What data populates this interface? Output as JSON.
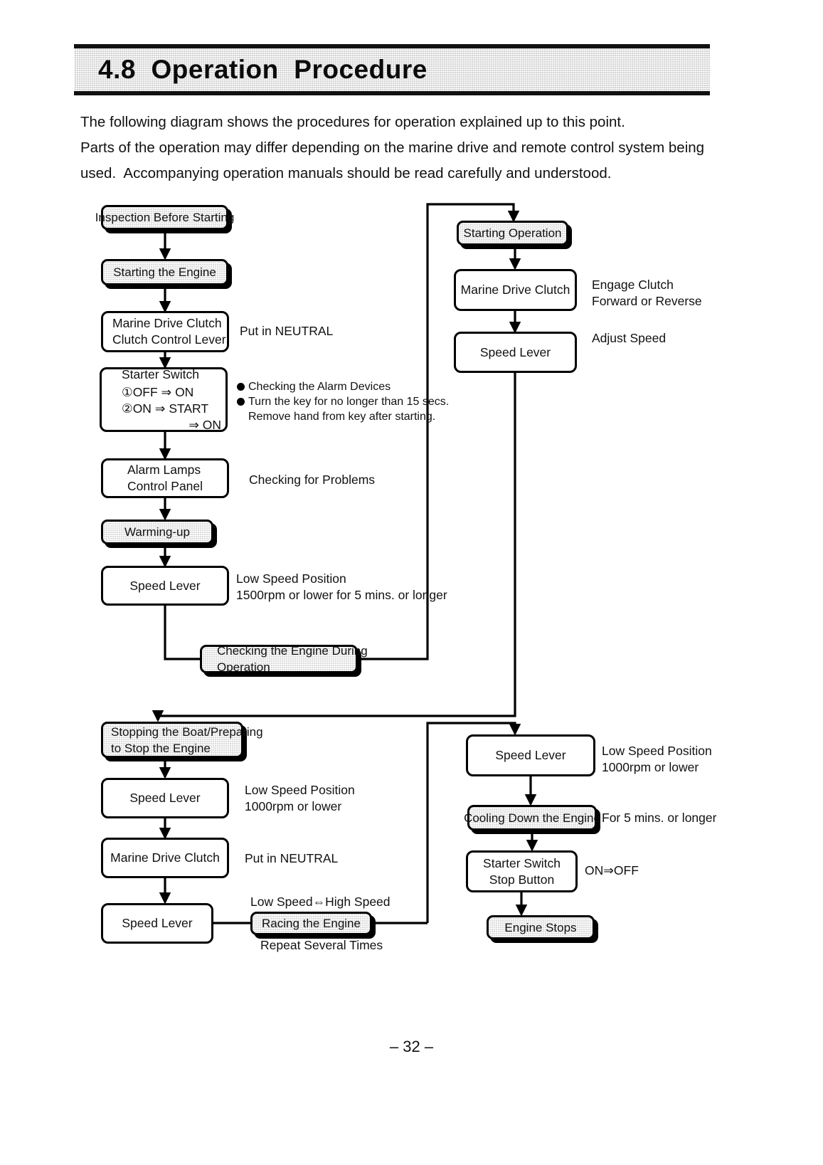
{
  "document": {
    "page_number": "– 32 –",
    "section": {
      "number": "4.8",
      "title": "4.8  Operation  Procedure"
    },
    "intro": [
      "The following diagram shows the procedures for operation explained up to this point.",
      "Parts of the operation may differ depending on the marine drive and remote control system being",
      "used.  Accompanying operation manuals should be read carefully and understood."
    ]
  },
  "flowchart": {
    "type": "flowchart",
    "nodes": {
      "inspection_before_starting": {
        "label": "Inspection Before Starting",
        "style": "shaded"
      },
      "starting_the_engine": {
        "label": "Starting the Engine",
        "style": "shaded"
      },
      "marine_drive_clutch_lever": {
        "line1": "Marine Drive Clutch",
        "line2": "Clutch Control Lever",
        "style": "plain"
      },
      "starter_switch": {
        "line1": "Starter Switch",
        "line2": "①OFF ⇒ ON",
        "line3": "②ON ⇒ START",
        "line4": "⇒ ON",
        "style": "plain"
      },
      "alarm_lamps": {
        "line1": "Alarm Lamps",
        "line2": "Control Panel",
        "style": "plain"
      },
      "warming_up": {
        "label": "Warming-up",
        "style": "shaded"
      },
      "speed_lever_warmup": {
        "label": "Speed Lever",
        "style": "plain"
      },
      "checking_engine_during_operation": {
        "line1": "Checking the Engine During",
        "line2": "Operation",
        "style": "shaded"
      },
      "starting_operation": {
        "label": "Starting Operation",
        "style": "shaded"
      },
      "marine_drive_clutch_engage": {
        "label": "Marine Drive Clutch",
        "style": "plain"
      },
      "speed_lever_adjust": {
        "label": "Speed Lever",
        "style": "plain"
      },
      "stopping_the_boat": {
        "line1": "Stopping the Boat/Preparing",
        "line2": "to Stop the Engine",
        "style": "shaded"
      },
      "speed_lever_slowdown": {
        "label": "Speed Lever",
        "style": "plain"
      },
      "marine_drive_clutch_neutral": {
        "label": "Marine Drive Clutch",
        "style": "plain"
      },
      "speed_lever_racing": {
        "label": "Speed Lever",
        "style": "plain"
      },
      "racing_the_engine": {
        "label": "Racing the Engine",
        "style": "shaded"
      },
      "speed_lever_cooldown": {
        "label": "Speed Lever",
        "style": "plain"
      },
      "cooling_down_the_engine": {
        "label": "Cooling Down the Engine",
        "style": "shaded"
      },
      "starter_switch_stop": {
        "line1": "Starter Switch",
        "line2": "Stop Button",
        "style": "plain"
      },
      "engine_stops": {
        "label": "Engine Stops",
        "style": "shaded"
      }
    },
    "notes": {
      "put_in_neutral_1": "Put in NEUTRAL",
      "starter_bullet_1": "Checking the Alarm Devices",
      "starter_bullet_2": "Turn the key for no longer than 15 secs.",
      "starter_bullet_2b": "Remove hand from key after starting.",
      "checking_for_problems": "Checking for Problems",
      "warmup_speed_line1": "Low Speed Position",
      "warmup_speed_line2": "1500rpm or lower for 5 mins. or longer",
      "engage_clutch_line1": "Engage Clutch",
      "engage_clutch_line2": "Forward or Reverse",
      "adjust_speed": "Adjust Speed",
      "slowdown_line1": "Low Speed Position",
      "slowdown_line2": "1000rpm or lower",
      "put_in_neutral_2": "Put in NEUTRAL",
      "racing_above": "Low Speed⇔High Speed",
      "racing_below": "Repeat Several Times",
      "cooldown_line1": "Low Speed Position",
      "cooldown_line2": "1000rpm or lower",
      "for_5_mins": "For 5 mins. or longer",
      "on_off": "ON⇒OFF"
    }
  }
}
